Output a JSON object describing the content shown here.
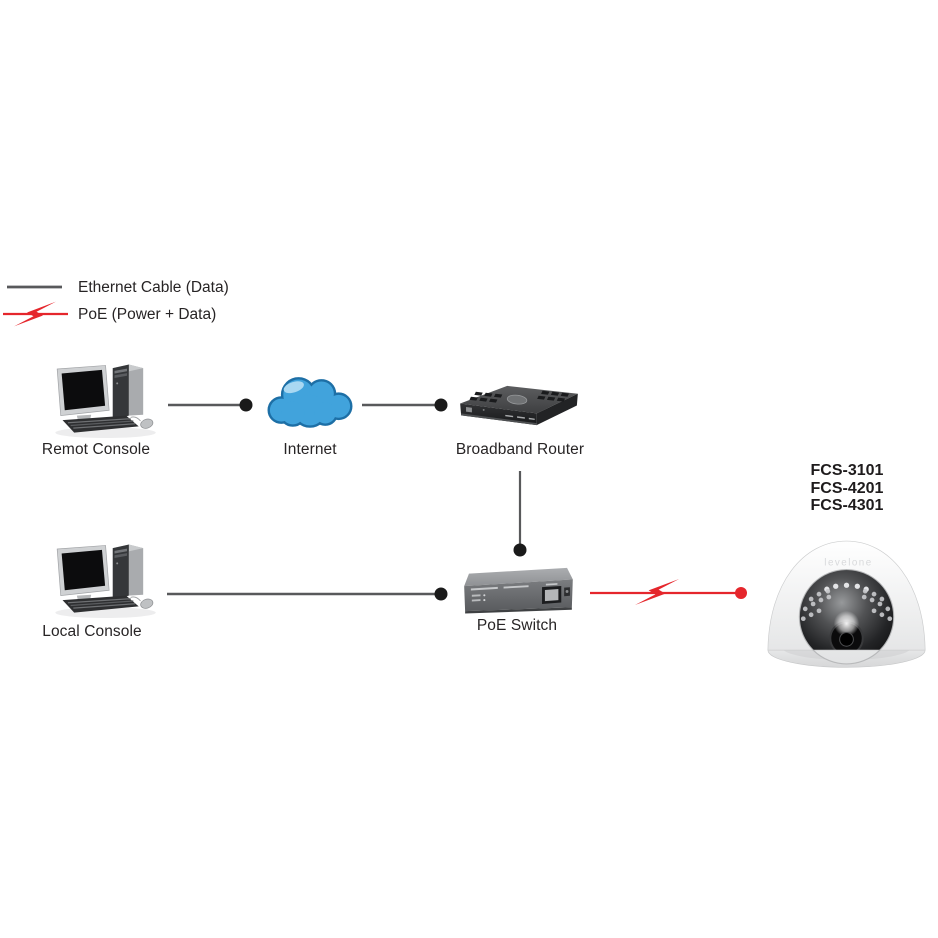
{
  "legend": {
    "items": [
      {
        "id": "ethernet",
        "label": "Ethernet Cable (Data)"
      },
      {
        "id": "poe",
        "label": "PoE (Power + Data)"
      }
    ]
  },
  "nodes": {
    "remote_console": {
      "label": "Remot Console"
    },
    "internet": {
      "label": "Internet"
    },
    "broadband_router": {
      "label": "Broadband Router"
    },
    "local_console": {
      "label": "Local Console"
    },
    "poe_switch": {
      "label": "PoE Switch"
    },
    "camera": {
      "brand": "levelone",
      "models": [
        "FCS-3101",
        "FCS-4201",
        "FCS-4301"
      ]
    }
  },
  "colors": {
    "canvas_background": "#FFFFFF",
    "ethernet_line": "#58595B",
    "poe_line": "#E5262C",
    "connector_dot": "#1A1A1A",
    "text": "#272425",
    "cloud_blue": "#41A3DC",
    "cloud_outline": "#1D6FA6"
  }
}
